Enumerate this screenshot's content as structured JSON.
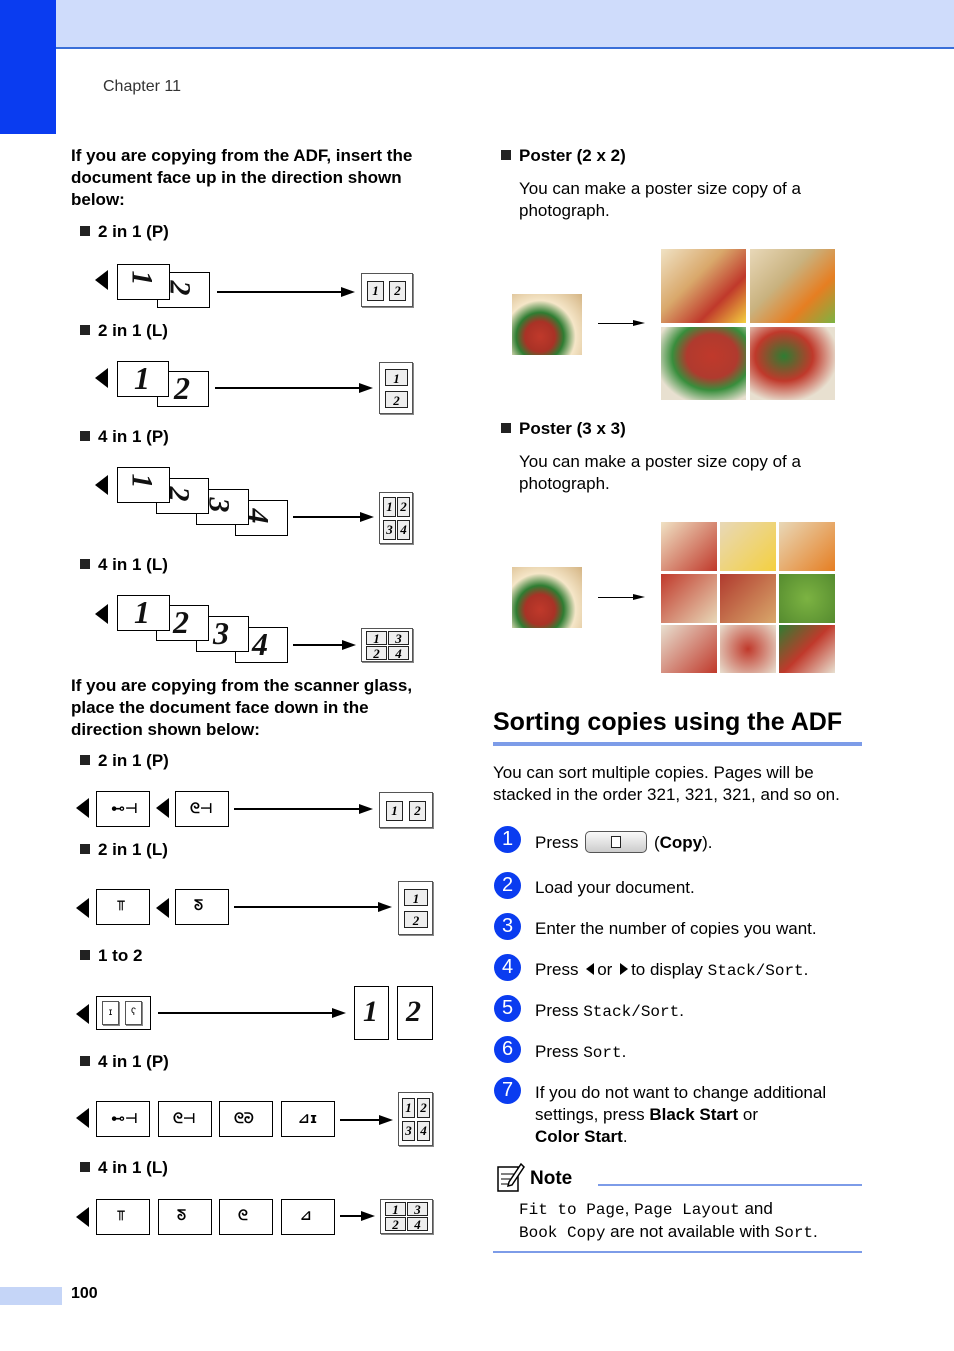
{
  "header": {
    "chapter": "Chapter 11"
  },
  "left": {
    "adf_intro": "If you are copying from the ADF, insert the document face up in the direction shown below:",
    "adf_items": [
      "2 in 1 (P)",
      "2 in 1 (L)",
      "4 in 1 (P)",
      "4 in 1 (L)"
    ],
    "glass_intro": "If you are copying from the scanner glass, place the document face down in the direction shown below:",
    "glass_items": [
      "2 in 1 (P)",
      "2 in 1 (L)",
      "1 to 2",
      "4 in 1 (P)",
      "4 in 1 (L)"
    ],
    "digits": {
      "one": "1",
      "two": "2",
      "three": "3",
      "four": "4"
    }
  },
  "right": {
    "poster22": {
      "label": "Poster (2 x 2)",
      "text": "You can make a poster size copy of a photograph."
    },
    "poster33": {
      "label": "Poster (3 x 3)",
      "text": "You can make a poster size copy of a photograph."
    },
    "section_title": "Sorting copies using the ADF",
    "section_intro": "You can sort multiple copies. Pages will be stacked in the order 321, 321, 321, and so on.",
    "steps": {
      "n1": "1",
      "n2": "2",
      "n3": "3",
      "n4": "4",
      "n5": "5",
      "n6": "6",
      "n7": "7",
      "s1_press": "Press",
      "s1_copy": "Copy",
      "s1_open": "(",
      "s1_close": ").",
      "s2": "Load your document.",
      "s3": "Enter the number of copies you want.",
      "s4_press": "Press",
      "s4_or": "or",
      "s4_to": "to display",
      "s4_mono": "Stack/Sort",
      "s4_end": ".",
      "s5_press": "Press",
      "s5_mono": "Stack/Sort",
      "s5_end": ".",
      "s6_press": "Press",
      "s6_mono": "Sort",
      "s6_end": ".",
      "s7_a": "If you do not want to change additional settings, press",
      "s7_black": "Black Start",
      "s7_or": "or",
      "s7_color": "Color Start",
      "s7_end": "."
    },
    "note": {
      "title": "Note",
      "m1": "Fit to Page",
      "comma": ",",
      "m2": "Page Layout",
      "and": "and",
      "m3": "Book Copy",
      "mid": "are not available with",
      "m4": "Sort",
      "end": "."
    }
  },
  "footer": {
    "page_number": "100"
  },
  "colors": {
    "accent": "#0a3cf0",
    "band": "#cfdcfb",
    "rule": "#7d9ce8"
  }
}
